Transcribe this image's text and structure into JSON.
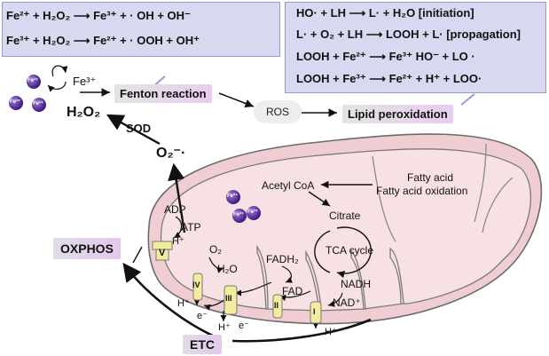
{
  "equations_left": {
    "eq1": "Fe²⁺ + H₂O₂ ⟶ Fe³⁺ + · OH + OH⁻",
    "eq2": "Fe³⁺ + H₂O₂ ⟶ Fe²⁺ + · OOH + OH⁺"
  },
  "equations_right": {
    "eq1": "HO· + LH ⟶ L· + H₂O [initiation]",
    "eq2": "L· + O₂ + LH ⟶ LOOH + L· [propagation]",
    "eq3": "LOOH + Fe²⁺ ⟶ Fe³⁺ HO⁻ + LO ·",
    "eq4": "LOOH + Fe³⁺ ⟶ Fe²⁺ + H⁺ + LOO·"
  },
  "labels": {
    "fe3": "Fe³⁺",
    "fe2": "Fe²⁺",
    "fenton": "Fenton reaction",
    "ros": "ROS",
    "lipid": "Lipid peroxidation",
    "h2o2": "H₂O₂",
    "sod": "SOD",
    "o2minus": "O₂⁻·",
    "acetyl": "Acetyl CoA",
    "fatty1": "Fatty acid",
    "fatty2": "Fatty acid oxidation",
    "citrate": "Citrate",
    "tca": "TCA cycle",
    "nadh": "NADH",
    "nadplus": "NAD⁺",
    "fadh2": "FADH₂",
    "fad": "FAD",
    "adp": "ADP",
    "atp": "ATP",
    "hplus": "H⁺",
    "o2": "O₂",
    "h2o": "H₂O",
    "eminus": "e⁻",
    "oxphos": "OXPHOS",
    "etc": "ETC",
    "complex_v": "V",
    "complex_iv": "IV",
    "complex_iii": "III",
    "complex_ii": "II",
    "complex_i": "I"
  },
  "colors": {
    "eq_box": "#d9d8f1",
    "mito_outer": "#f2cfd5",
    "mito_inner": "#f7e2e6",
    "iron": "#5a2aa0",
    "complex": "#f2ec9e"
  }
}
